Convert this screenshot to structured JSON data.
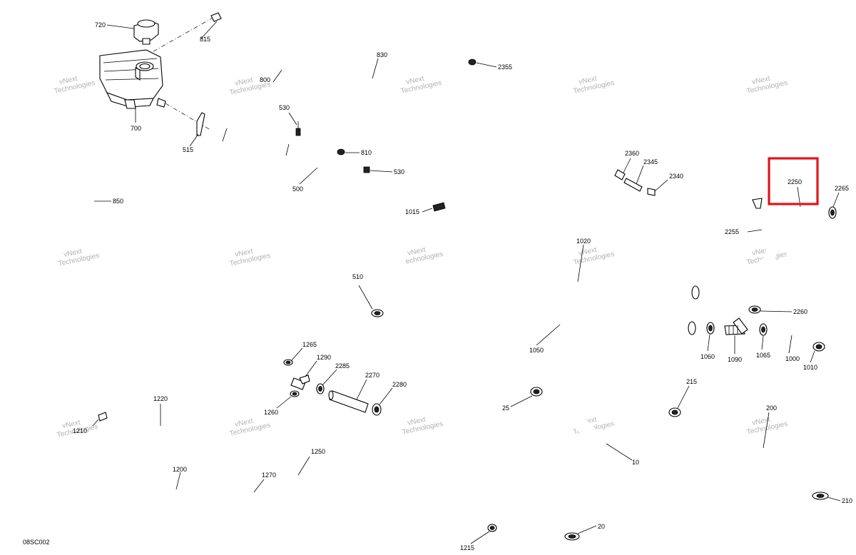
{
  "diagram_code": "08SC002",
  "highlight_color": "#e0141c",
  "watermark": {
    "line1": "vNext",
    "line2": "Technologies",
    "combined": "vNext Technologies"
  },
  "labels": {
    "p720": "720",
    "p815": "815",
    "p830": "830",
    "p800": "800",
    "p700": "700",
    "p515": "515",
    "p530a": "530",
    "p530b": "530",
    "p810": "810",
    "p500": "500",
    "p850": "850",
    "p2355": "2355",
    "p2360": "2360",
    "p2345": "2345",
    "p2340": "2340",
    "p2250": "2250",
    "p2265": "2265",
    "p2255": "2255",
    "p1015": "1015",
    "p1020": "1020",
    "p510": "510",
    "p2260": "2260",
    "p1050": "1050",
    "p1060": "1060",
    "p1090": "1090",
    "p1065": "1065",
    "p1000": "1000",
    "p1010": "1010",
    "p1265": "1265",
    "p1290": "1290",
    "p2285": "2285",
    "p2270": "2270",
    "p2280": "2280",
    "p1220": "1220",
    "p1260": "1260",
    "p1210": "1210",
    "p1200": "1200",
    "p1250": "1250",
    "p1270": "1270",
    "p1215": "1215",
    "p25": "25",
    "p215": "215",
    "p200": "200",
    "p10": "10",
    "p20": "20",
    "p210": "210"
  }
}
